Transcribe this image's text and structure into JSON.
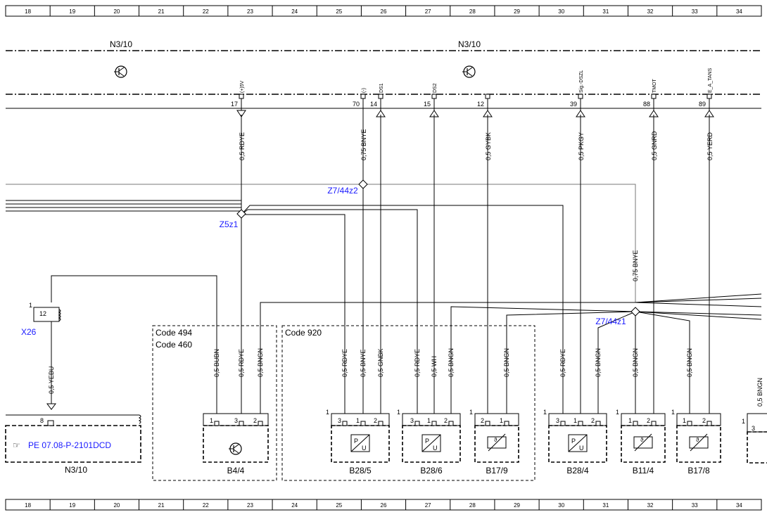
{
  "grid": {
    "columns": [
      "18",
      "19",
      "20",
      "21",
      "22",
      "23",
      "24",
      "25",
      "26",
      "27",
      "28",
      "29",
      "30",
      "31",
      "32",
      "33",
      "34"
    ]
  },
  "header": {
    "left_unit": "N3/10",
    "right_unit": "N3/10"
  },
  "pins": [
    {
      "num": "17",
      "name": "(+)5V",
      "wire": "0,5 RDYE"
    },
    {
      "num": "70",
      "name": "(-)",
      "wire": "0,75 BNYE"
    },
    {
      "num": "14",
      "name": "DS1",
      "wire": ""
    },
    {
      "num": "15",
      "name": "DS2",
      "wire": ""
    },
    {
      "num": "12",
      "name": "",
      "wire": "0,5 GYBK"
    },
    {
      "num": "39",
      "name": "Sig.-DSZL",
      "wire": "0,5 PKGY"
    },
    {
      "num": "88",
      "name": "TMOT",
      "wire": "0,5 GNRD"
    },
    {
      "num": "89",
      "name": "E_A_TANS",
      "wire": "0,5 YERD"
    }
  ],
  "splices": {
    "z7_44z2": "Z7/44z2",
    "z5z1": "Z5z1",
    "z7_44z1": "Z7/44z1"
  },
  "wire_mid": {
    "bnye_075": "0,75 BNYE"
  },
  "x26": {
    "label": "X26",
    "pin_no": "1",
    "pin": "12",
    "wire": "0,5 YEBU"
  },
  "n3_10_box": {
    "pin": "8",
    "ref_text": "PE 07.08-P-2101DCD",
    "label": "N3/10"
  },
  "code_left": {
    "line1": "Code 494",
    "line2": "Code 460"
  },
  "code_right": {
    "line1": "Code 920"
  },
  "components": [
    {
      "label": "B4/4",
      "wires": [
        "0,5 BUBN",
        "0,5 RDYE",
        "0,5 BNGN"
      ],
      "pins": [
        "1",
        "3",
        "2"
      ],
      "no": ""
    },
    {
      "label": "B28/5",
      "wires": [
        "0,5 RDYE",
        "0,5 BNYE",
        "0,5 GNBK"
      ],
      "pins": [
        "3",
        "1",
        "2"
      ],
      "no": "1"
    },
    {
      "label": "B28/6",
      "wires": [
        "0,5 RDYE",
        "0,5 WH",
        "0,5 BNGN"
      ],
      "pins": [
        "3",
        "1",
        "2"
      ],
      "no": "1"
    },
    {
      "label": "B17/9",
      "wires": [
        "0,5 BNGN"
      ],
      "pins": [
        "2",
        "1"
      ],
      "no": "1"
    },
    {
      "label": "B28/4",
      "wires": [
        "0,5 RDYE",
        "0,5 BNGN"
      ],
      "pins": [
        "3",
        "1",
        "2"
      ],
      "no": "1"
    },
    {
      "label": "B11/4",
      "wires": [
        "0,5 BNGN"
      ],
      "pins": [
        "1",
        "2"
      ],
      "no": "1"
    },
    {
      "label": "B17/8",
      "wires": [
        "0,5 BNGN"
      ],
      "pins": [
        "1",
        "2"
      ],
      "no": "1"
    }
  ],
  "partial": {
    "no": "1",
    "pin": "3",
    "wire": "0,5 BNGN"
  },
  "sensor_glyph": {
    "p": "P",
    "u": "U",
    "theta": "ϑ"
  }
}
